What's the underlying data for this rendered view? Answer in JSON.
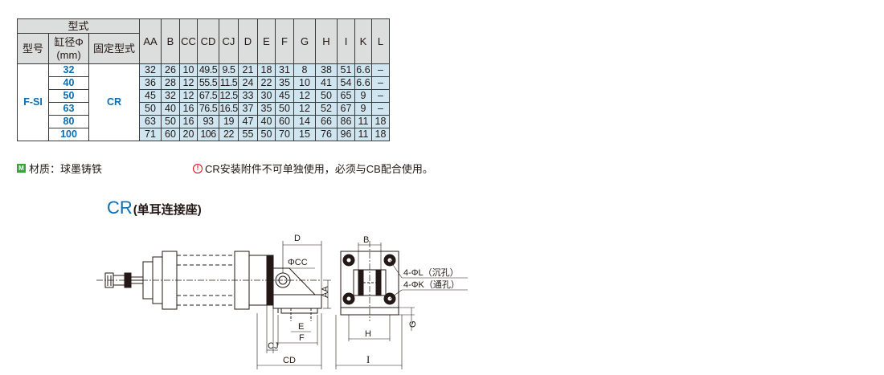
{
  "table": {
    "header_model_group": "型式",
    "header_model": "型号",
    "header_bore": "缸径Φ\n(mm)",
    "header_fixed": "固定型式",
    "dim_columns": [
      "AA",
      "B",
      "CC",
      "CD",
      "CJ",
      "D",
      "E",
      "F",
      "G",
      "H",
      "I",
      "K",
      "L"
    ],
    "model_value": "F-SI",
    "fixed_value": "CR",
    "rows": [
      {
        "bore": "32",
        "values": [
          "32",
          "26",
          "10",
          "49.5",
          "9.5",
          "21",
          "18",
          "31",
          "8",
          "38",
          "51",
          "6.6",
          "–"
        ]
      },
      {
        "bore": "40",
        "values": [
          "36",
          "28",
          "12",
          "55.5",
          "11.5",
          "24",
          "22",
          "35",
          "10",
          "41",
          "54",
          "6.6",
          "–"
        ]
      },
      {
        "bore": "50",
        "values": [
          "45",
          "32",
          "12",
          "67.5",
          "12.5",
          "33",
          "30",
          "45",
          "12",
          "50",
          "65",
          "9",
          "–"
        ]
      },
      {
        "bore": "63",
        "values": [
          "50",
          "40",
          "16",
          "76.5",
          "16.5",
          "37",
          "35",
          "50",
          "12",
          "52",
          "67",
          "9",
          "–"
        ]
      },
      {
        "bore": "80",
        "values": [
          "63",
          "50",
          "16",
          "93",
          "19",
          "47",
          "40",
          "60",
          "14",
          "66",
          "86",
          "11",
          "18"
        ]
      },
      {
        "bore": "100",
        "values": [
          "71",
          "60",
          "20",
          "106",
          "22",
          "55",
          "50",
          "70",
          "15",
          "76",
          "96",
          "11",
          "18"
        ]
      }
    ]
  },
  "notes": {
    "material_badge": "M",
    "material": "材质：球墨铸铁",
    "warning_icon": "!",
    "warning": "CR安装附件不可单独使用，必须与CB配合使用。"
  },
  "section": {
    "code": "CR",
    "name": "(单耳连接座)"
  },
  "drawing": {
    "labels": {
      "D": "D",
      "CC": "ΦCC",
      "AA": "AA",
      "E": "E",
      "F": "F",
      "CJ": "CJ",
      "CD": "CD",
      "B": "B",
      "H": "H",
      "I": "I",
      "G": "G",
      "L_hole": "4-ΦL（沉孔）",
      "K_hole": "4-ΦK（通孔）"
    }
  }
}
